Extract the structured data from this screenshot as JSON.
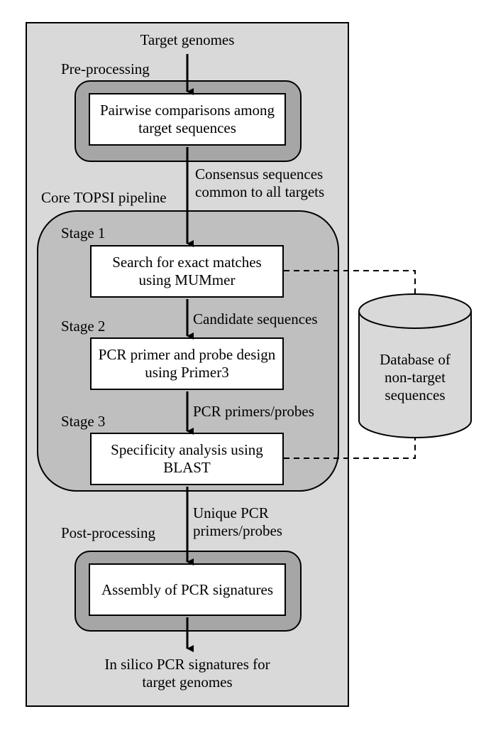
{
  "input_label": "Target genomes",
  "preprocessing": {
    "label": "Pre-processing",
    "box_text": "Pairwise comparisons among target sequences"
  },
  "consensus_label": "Consensus sequences common to all targets",
  "core": {
    "label": "Core TOPSI pipeline",
    "stage1": {
      "label": "Stage 1",
      "box_text": "Search for exact matches using MUMmer"
    },
    "candidate_label": "Candidate sequences",
    "stage2": {
      "label": "Stage 2",
      "box_text": "PCR primer and probe design using Primer3"
    },
    "primers_label": "PCR primers/probes",
    "stage3": {
      "label": "Stage 3",
      "box_text": "Specificity analysis using BLAST"
    }
  },
  "unique_label": "Unique PCR primers/probes",
  "postprocessing": {
    "label": "Post-processing",
    "box_text": "Assembly of PCR signatures"
  },
  "output_label": "In silico PCR signatures for target genomes",
  "database_label": "Database of non-target sequences",
  "colors": {
    "outer_panel": "#d9d9d9",
    "processing_ring": "#a6a6a6",
    "core_panel": "#bfbfbf",
    "database_fill": "#d9d9d9"
  }
}
